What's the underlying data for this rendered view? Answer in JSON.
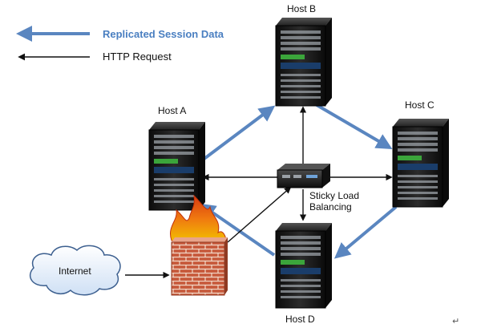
{
  "legend": {
    "replicated_label": "Replicated Session Data",
    "http_label": "HTTP Request"
  },
  "hosts": {
    "a": "Host A",
    "b": "Host B",
    "c": "Host C",
    "d": "Host D"
  },
  "load_balancer": {
    "line1": "Sticky Load",
    "line2": "Balancing"
  },
  "internet_label": "Internet",
  "corner_mark": "↵",
  "colors": {
    "replication_arrow": "#5a86c0",
    "request_arrow": "#111111",
    "server_body": "#1c1c1c",
    "cloud_fill": "#e6f0fb",
    "cloud_stroke": "#3c5f8f",
    "brick": "#c75a3c"
  }
}
